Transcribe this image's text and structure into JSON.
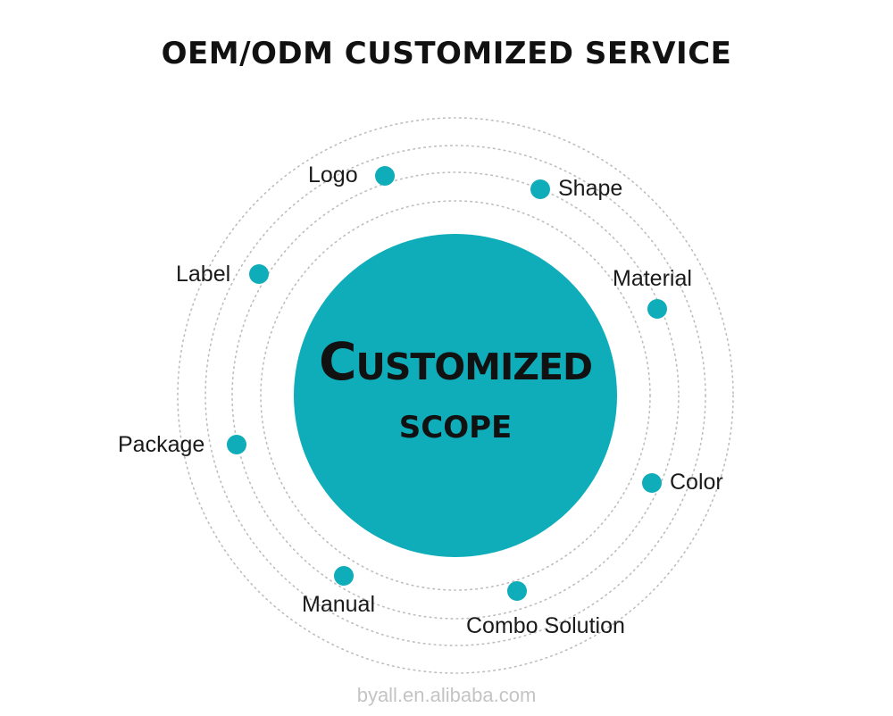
{
  "title": "OEM/ODM CUSTOMIZED SERVICE",
  "center": {
    "line1": "Customized",
    "line2": "scope"
  },
  "items": [
    {
      "label": "Logo"
    },
    {
      "label": "Shape"
    },
    {
      "label": "Label"
    },
    {
      "label": "Material"
    },
    {
      "label": "Package"
    },
    {
      "label": "Color"
    },
    {
      "label": "Manual"
    },
    {
      "label": "Combo Solution"
    }
  ],
  "watermark": "byall.en.alibaba.com",
  "colors": {
    "accent": "#0fadb9",
    "ring": "#bdbdbd",
    "text": "#111111"
  }
}
